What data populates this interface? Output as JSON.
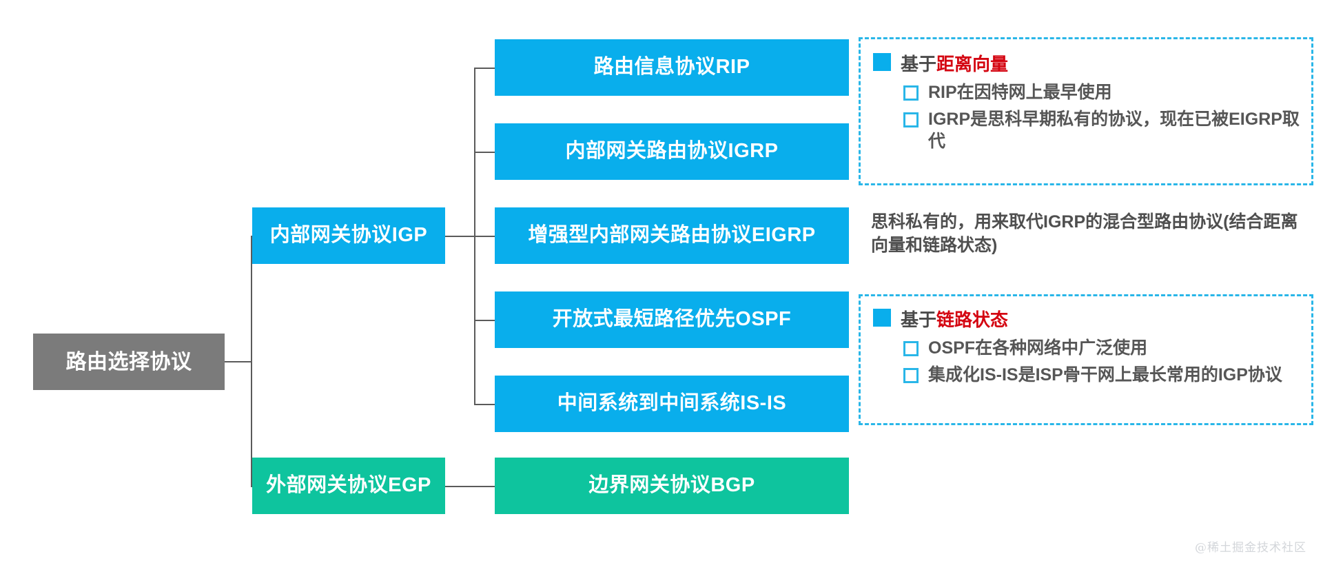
{
  "diagram": {
    "title": "路由选择协议思维导图",
    "colors": {
      "root": "#7b7b7b",
      "blue": "#09aeec",
      "teal": "#0ec49e",
      "dashed_border": "#29b6e8",
      "highlight_red": "#d40511",
      "connector": "#5a5a5a",
      "text_gray": "#565656"
    },
    "root": {
      "label": "路由选择协议"
    },
    "level2": [
      {
        "label": "内部网关协议IGP",
        "color": "blue"
      },
      {
        "label": "外部网关协议EGP",
        "color": "teal"
      }
    ],
    "level3": [
      {
        "label": "路由信息协议RIP",
        "color": "blue"
      },
      {
        "label": "内部网关路由协议IGRP",
        "color": "blue"
      },
      {
        "label": "增强型内部网关路由协议EIGRP",
        "color": "blue"
      },
      {
        "label": "开放式最短路径优先OSPF",
        "color": "blue"
      },
      {
        "label": "中间系统到中间系统IS-IS",
        "color": "blue"
      },
      {
        "label": "边界网关协议BGP",
        "color": "teal"
      }
    ],
    "panels": [
      {
        "title_prefix": "基于",
        "title_highlight": "距离向量",
        "items": [
          "RIP在因特网上最早使用",
          "IGRP是思科早期私有的协议，现在已被EIGRP取代"
        ]
      },
      {
        "title_prefix": "基于",
        "title_highlight": "链路状态",
        "items": [
          "OSPF在各种网络中广泛使用",
          "集成化IS-IS是ISP骨干网上最长常用的IGP协议"
        ]
      }
    ],
    "note": "思科私有的，用来取代IGRP的混合型路由协议(结合距离向量和链路状态)",
    "watermark": "@稀土掘金技术社区"
  }
}
